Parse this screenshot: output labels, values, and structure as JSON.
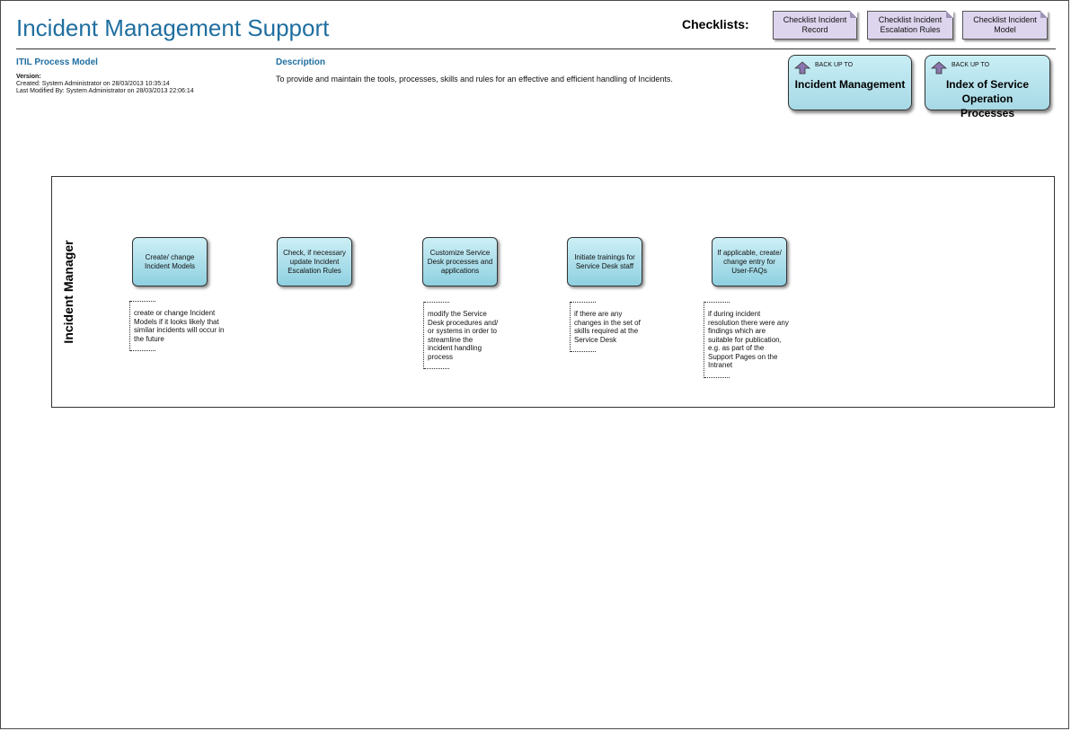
{
  "header": {
    "title": "Incident Management Support",
    "checklists_label": "Checklists:",
    "checklists": [
      "Checklist Incident Record",
      "Checklist Incident Escalation Rules",
      "Checklist Incident Model"
    ]
  },
  "meta": {
    "model_label": "ITIL Process Model",
    "version_label": "Version:",
    "created": "Created: System Administrator on 28/03/2013 10:35:14",
    "modified": "Last Modified By: System Administrator on 28/03/2013 22:06:14",
    "description_label": "Description",
    "description": "To provide and maintain the tools, processes, skills and rules for an effective and efficient handling of Incidents."
  },
  "back_links": [
    {
      "label": "BACK UP TO",
      "target": "Incident Management"
    },
    {
      "label": "BACK UP TO",
      "target": "Index of Service Operation Processes"
    }
  ],
  "lane": {
    "role": "Incident Manager",
    "tasks": [
      "Create/ change Incident Models",
      "Check, if necessary update Incident Escalation Rules",
      "Customize Service Desk processes and applications",
      "Initiate trainings for Service Desk staff",
      "If applicable, create/ change entry for User-FAQs"
    ],
    "notes": [
      "create or change Incident Models if it looks likely that similar incidents will occur in the future",
      "modify the Service Desk procedures and/ or systems in order to streamline the incident handling process",
      "if there are any changes in the set of skills required at the Service Desk",
      "if during incident resolution there were any findings which are suitable for publication, e.g. as part of the Support Pages on the Intranet"
    ]
  },
  "colors": {
    "title": "#1f6ea0",
    "task_fill": "#8fd0e0",
    "checklist_fill": "#ddd5ee",
    "arrow": "#8a75ad"
  }
}
